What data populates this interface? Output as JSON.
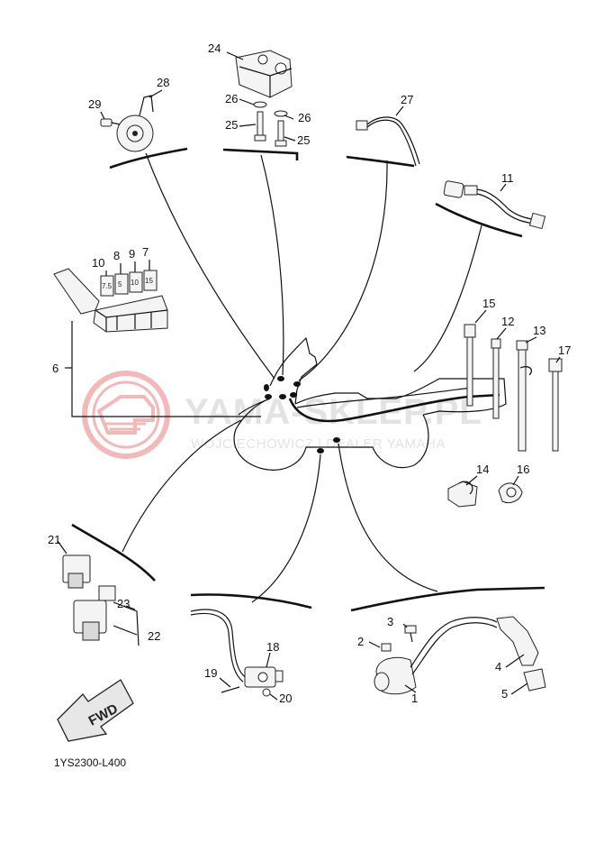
{
  "watermark": {
    "line1": "YAMA-SKLEP.PL",
    "line2": "WOJCIECHOWICZ | DEALER YAMAHA"
  },
  "diagram_code": "1YS2300-L400",
  "fwd_label": "FWD",
  "fuse_values": [
    "7.5",
    "5",
    "10",
    "15"
  ],
  "callouts": [
    "1",
    "2",
    "3",
    "4",
    "5",
    "6",
    "7",
    "8",
    "9",
    "10",
    "11",
    "12",
    "13",
    "14",
    "15",
    "16",
    "17",
    "18",
    "19",
    "20",
    "21",
    "22",
    "23",
    "24",
    "25",
    "25",
    "26",
    "26",
    "27",
    "28",
    "29"
  ],
  "colors": {
    "line": "#111111",
    "watermark_logo": "#f3b8b8",
    "watermark_text": "#e3e3e3"
  }
}
